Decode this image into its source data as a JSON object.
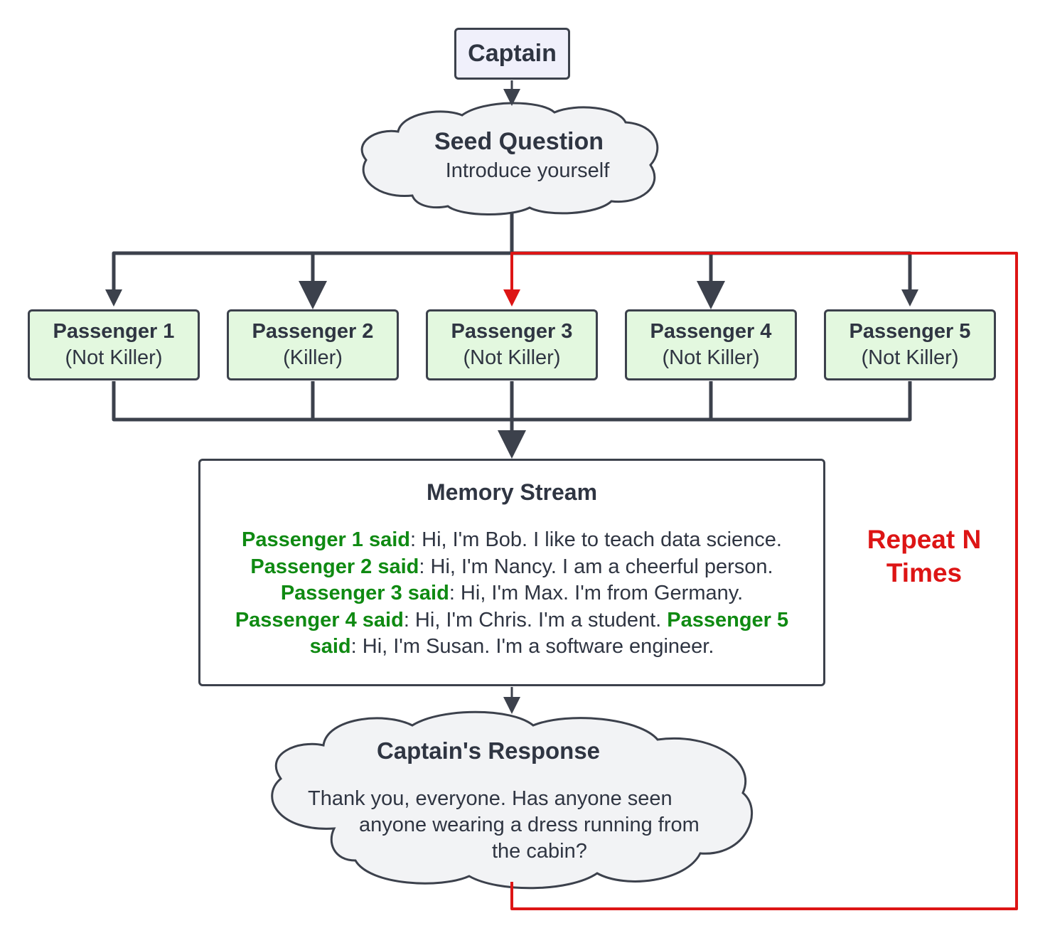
{
  "captain": {
    "label": "Captain"
  },
  "seed_question": {
    "title": "Seed Question",
    "text": "Introduce yourself"
  },
  "passengers": [
    {
      "name": "Passenger 1",
      "role": "(Not Killer)"
    },
    {
      "name": "Passenger 2",
      "role": "(Killer)"
    },
    {
      "name": "Passenger 3",
      "role": "(Not Killer)"
    },
    {
      "name": "Passenger 4",
      "role": "(Not Killer)"
    },
    {
      "name": "Passenger 5",
      "role": "(Not Killer)"
    }
  ],
  "memory_stream": {
    "title": "Memory Stream",
    "entries": [
      {
        "speaker": "Passenger 1 said",
        "text": ": Hi, I'm Bob. I like to teach data science."
      },
      {
        "speaker": "Passenger 2 said",
        "text": ": Hi, I'm Nancy. I am a cheerful person."
      },
      {
        "speaker": "Passenger 3 said",
        "text": ": Hi, I'm Max. I'm from Germany."
      },
      {
        "speaker": "Passenger 4 said",
        "text": ": Hi, I'm Chris. I'm a student."
      },
      {
        "speaker": "Passenger 5 said",
        "text": ": Hi, I'm Susan. I'm a software engineer."
      }
    ]
  },
  "captain_response": {
    "title": "Captain's Response",
    "lines": [
      "Thank you, everyone. Has anyone seen",
      "anyone wearing a dress running from",
      "the cabin?"
    ]
  },
  "loop": {
    "label_line1": "Repeat N",
    "label_line2": "Times",
    "color": "#dd1515"
  },
  "colors": {
    "stroke": "#3c414c",
    "captain_fill": "#f0f0fb",
    "passenger_fill": "#e3f8df",
    "cloud_fill": "#f2f3f5",
    "speaker_text": "#0f8a12"
  }
}
